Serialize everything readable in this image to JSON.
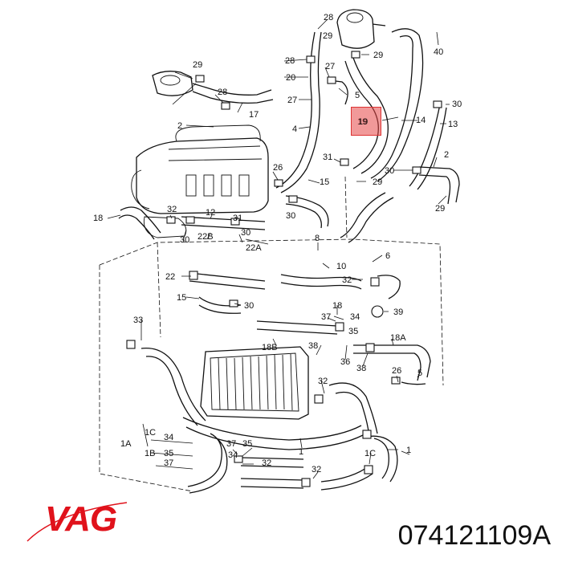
{
  "brand": {
    "name": "VAG",
    "color": "#e0121b"
  },
  "part_number": "074121109A",
  "highlight": {
    "label": "19",
    "color": "#e04646"
  },
  "callouts": [
    "28",
    "29",
    "40",
    "28",
    "27",
    "20",
    "5",
    "29",
    "29",
    "28",
    "17",
    "27",
    "30",
    "2",
    "19",
    "14",
    "13",
    "4",
    "31",
    "2",
    "30",
    "26",
    "29",
    "15",
    "29",
    "18",
    "30",
    "32",
    "12",
    "31",
    "30",
    "22B",
    "30",
    "22A",
    "8",
    "6",
    "10",
    "22",
    "32",
    "15",
    "39",
    "30",
    "34",
    "18",
    "37",
    "35",
    "33",
    "38",
    "18A",
    "18B",
    "36",
    "38",
    "26",
    "5",
    "32",
    "1C",
    "1A",
    "34",
    "1B",
    "37",
    "35",
    "37",
    "35",
    "34",
    "32",
    "32",
    "1C",
    "1",
    "1"
  ]
}
